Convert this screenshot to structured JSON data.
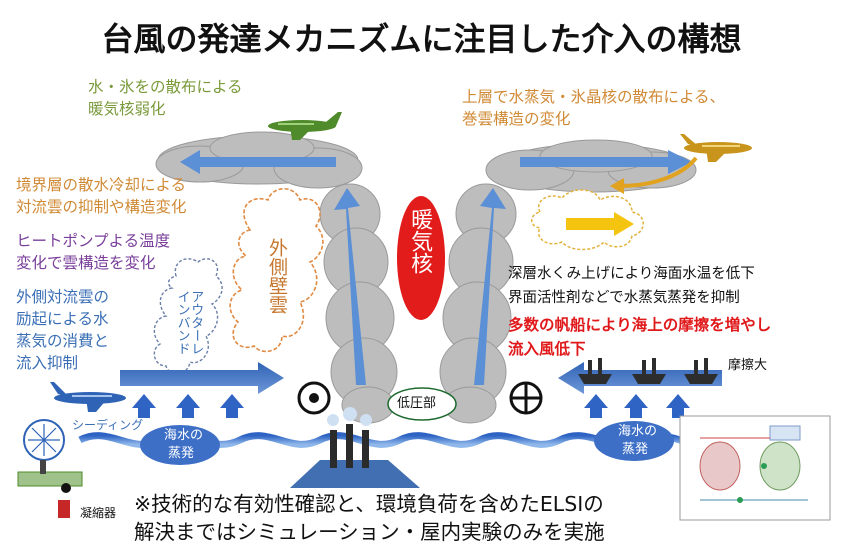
{
  "title": "台風の発達メカニズムに注目した介入の構想",
  "left_texts": {
    "water_ice": [
      "水・氷をの散布による",
      "暖気核弱化"
    ],
    "boundary": [
      "境界層の散水冷却による",
      "対流雲の抑制や構造変化"
    ],
    "heatpump": [
      "ヒートポンプよる温度",
      "変化で雲構造を変化"
    ],
    "outer": [
      "外側対流雲の",
      "励起による水",
      "蒸気の消費と",
      "流入抑制"
    ]
  },
  "right_texts": {
    "upper": [
      "上層で水蒸気・氷晶核の散布による、",
      "巻雲構造の変化"
    ],
    "deep": [
      "深層水くみ上げにより海面水温を低下",
      "界面活性剤などで水蒸気蒸発を抑制"
    ],
    "red": [
      "多数の帆船により海上の摩擦を増やし",
      "流入風低下"
    ]
  },
  "labels": {
    "warm_core": "暖気核",
    "outer_wall": "外側壁雲",
    "outer_rainband": "アウターレインバンド",
    "low_pressure": "低圧部",
    "friction": "摩擦大",
    "seeding": "シーディング",
    "condenser": "凝縮器",
    "evap_left": [
      "海水の",
      "蒸発"
    ],
    "evap_right": [
      "海水の",
      "蒸発"
    ]
  },
  "bottom_note": [
    "※技術的な有効性確認と、環境負荷を含めたELSIの",
    "解決まではシミュレーション・屋内実験のみを実施"
  ],
  "colors": {
    "arrow_blue": "#3d6fc7",
    "cloud_gray": "#bcbcbc",
    "warm_core_red": "#e21b1b",
    "plane_green": "#4f8a2b",
    "plane_gold": "#c9941c",
    "plane_blue": "#2f63b5"
  }
}
